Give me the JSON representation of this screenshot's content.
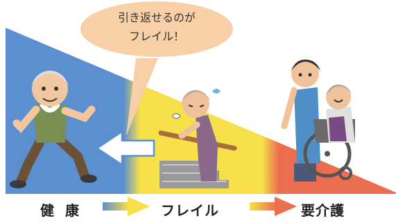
{
  "bubble": {
    "line1": "引き返せるのが",
    "line2": "フレイル！"
  },
  "stages": {
    "health": "健康",
    "frailty": "フレイル",
    "care": "要介護"
  },
  "colors": {
    "health": "#5b8fcf",
    "frailty": "#f7e04a",
    "care": "#ec6e50",
    "bubble": "#f9cfa8",
    "back_arrow": "#ffffff"
  }
}
